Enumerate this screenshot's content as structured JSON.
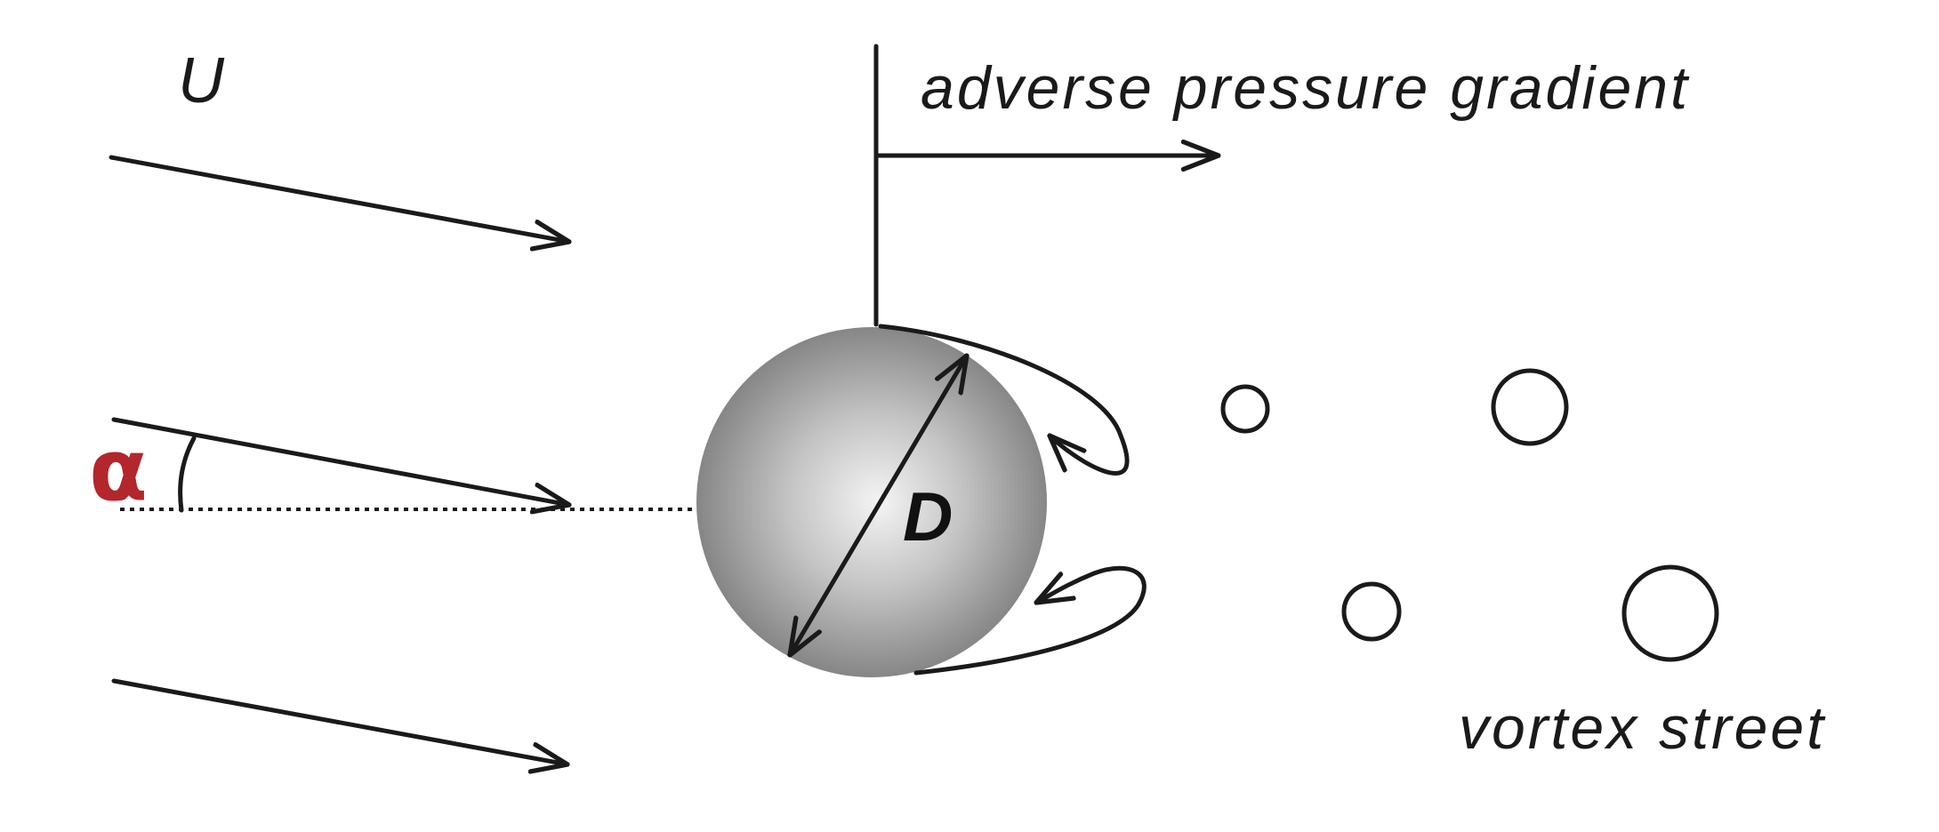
{
  "labels": {
    "freestream": "U",
    "angle": "α",
    "diameter": "D",
    "pressure": "adverse pressure gradient",
    "wake": "vortex street"
  },
  "colors": {
    "ink": "#1a1a1a",
    "angle_label": "#b3262b",
    "sphere_highlight": "#f4f4f4",
    "sphere_shadow": "#7a7a7a",
    "background": "#ffffff"
  }
}
